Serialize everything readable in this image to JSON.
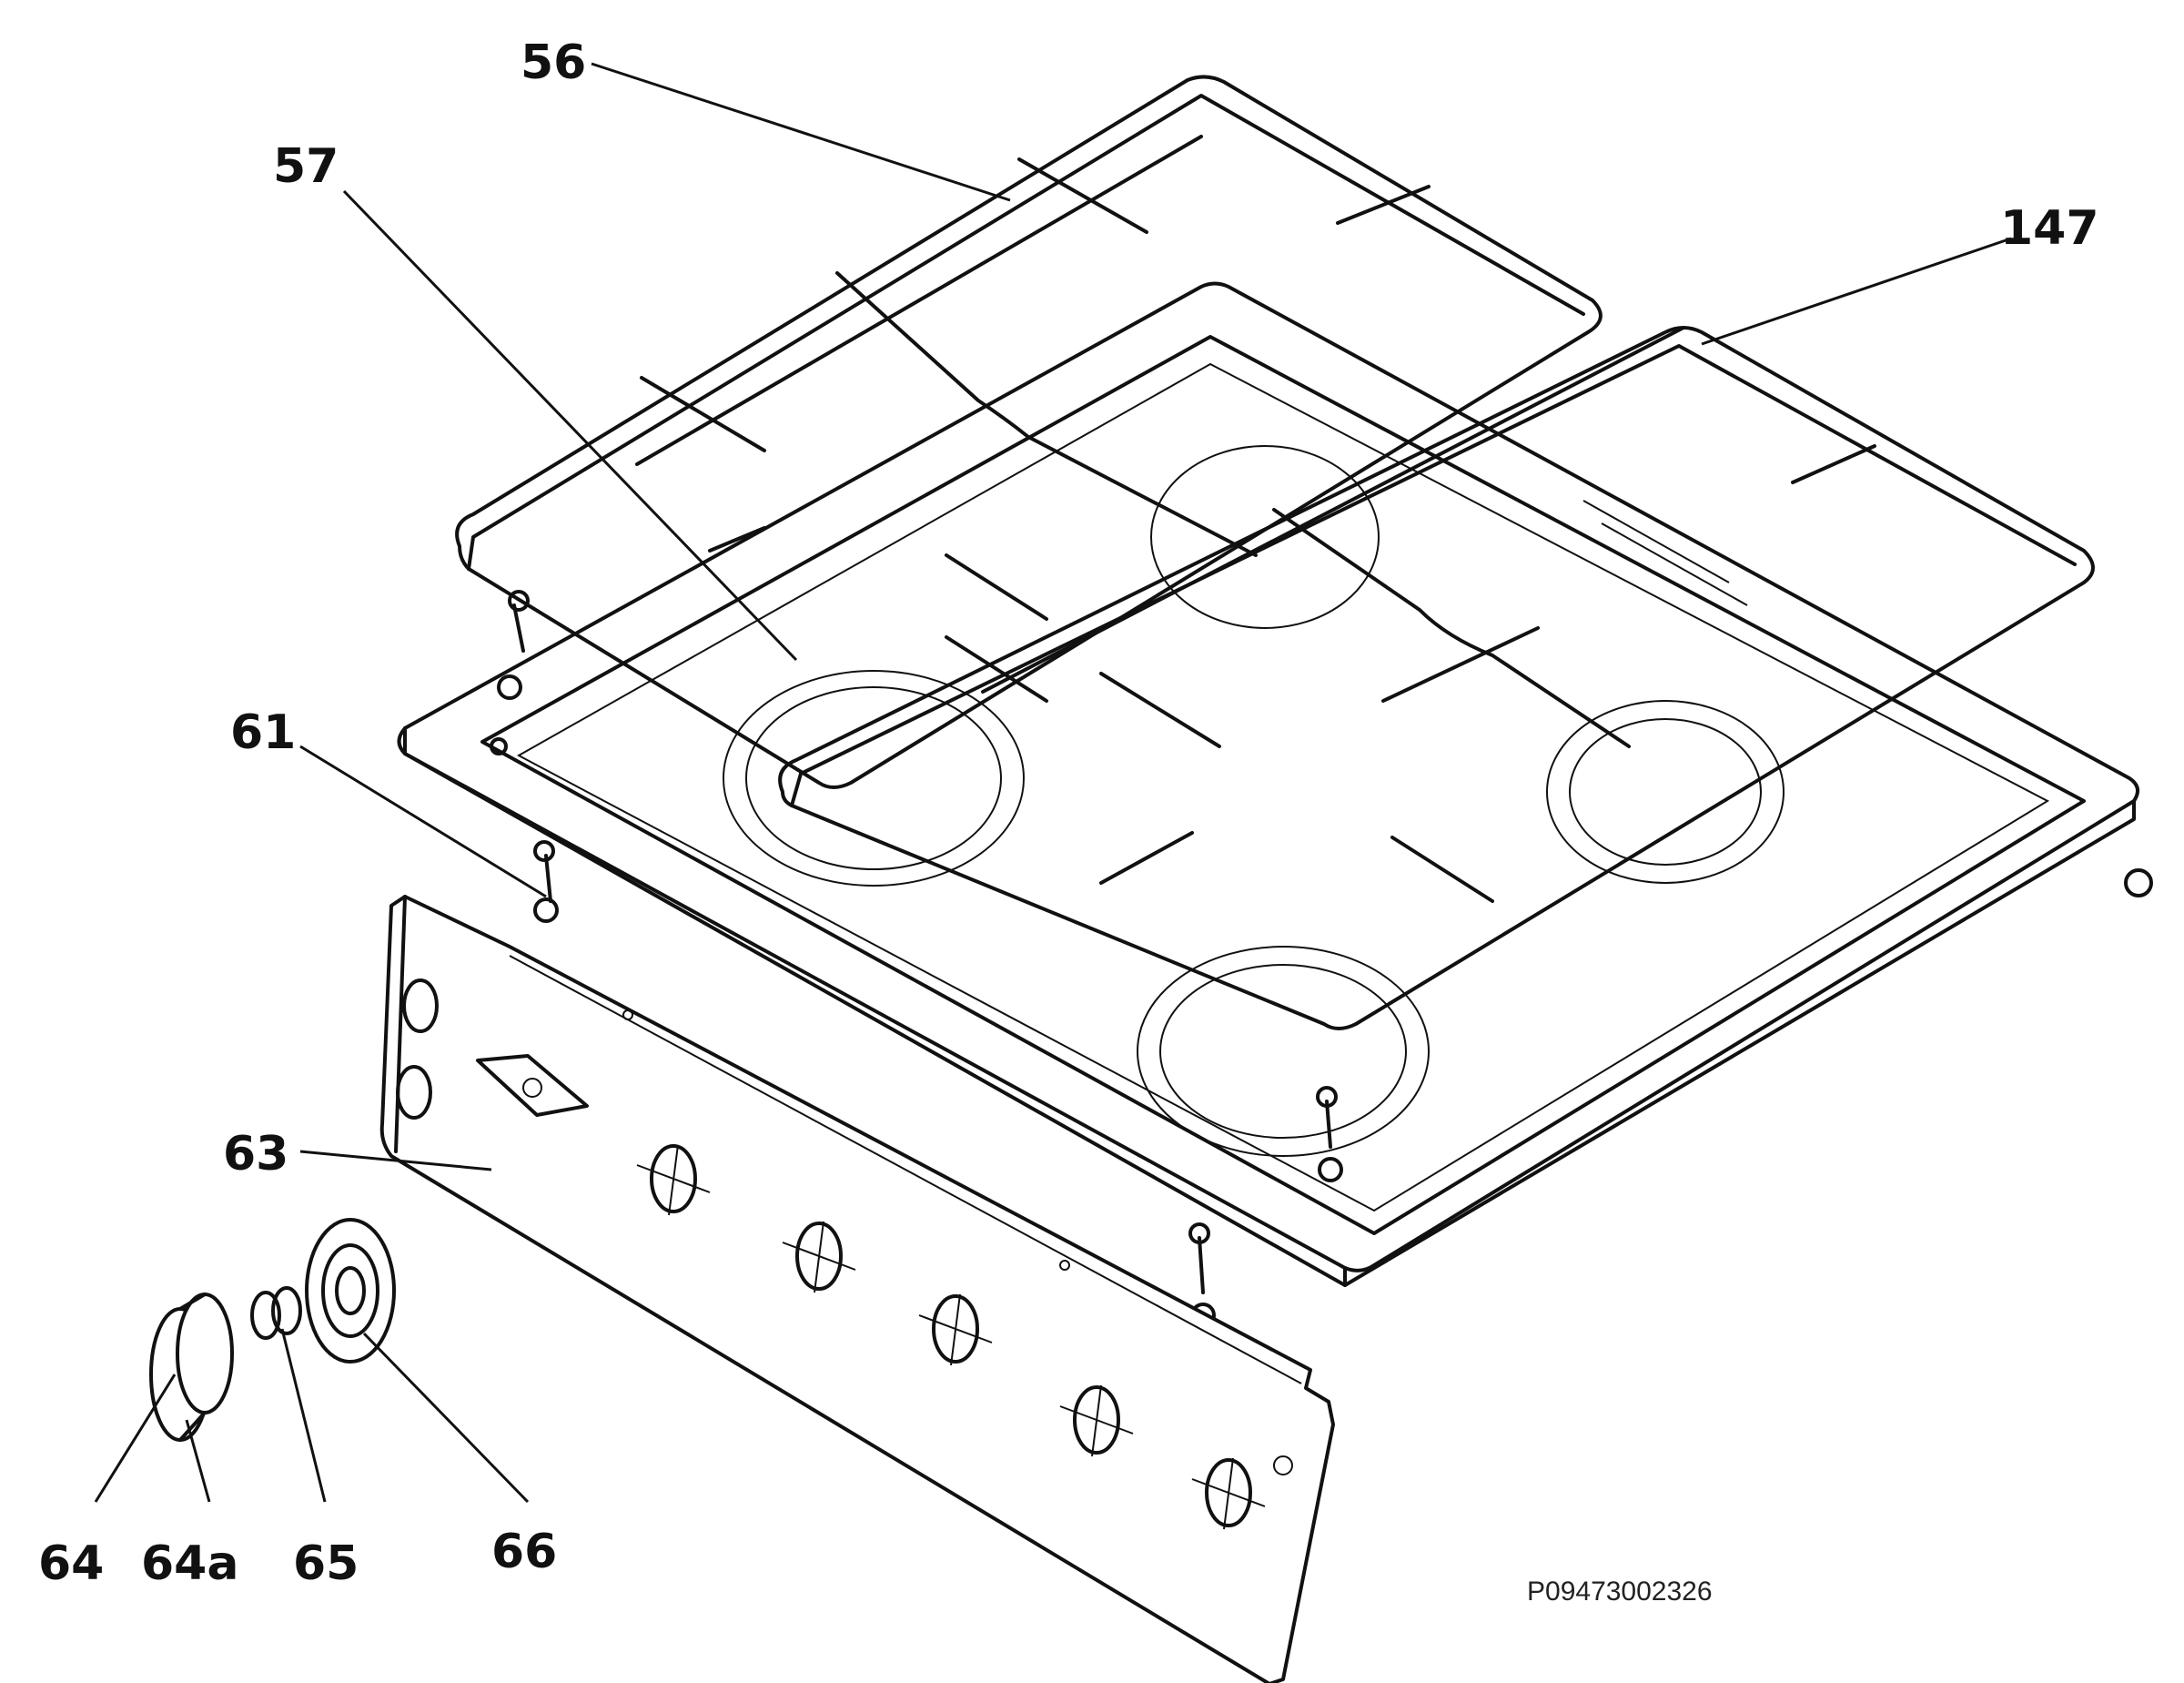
{
  "diagram": {
    "type": "exploded parts diagram",
    "callouts": {
      "c56": "56",
      "c57": "57",
      "c147": "147",
      "c61": "61",
      "c63": "63",
      "c64": "64",
      "c64a": "64a",
      "c65": "65",
      "c66": "66"
    },
    "reference_code": "P09473002326"
  },
  "colors": {
    "ink": "#111111",
    "paper": "#ffffff"
  }
}
